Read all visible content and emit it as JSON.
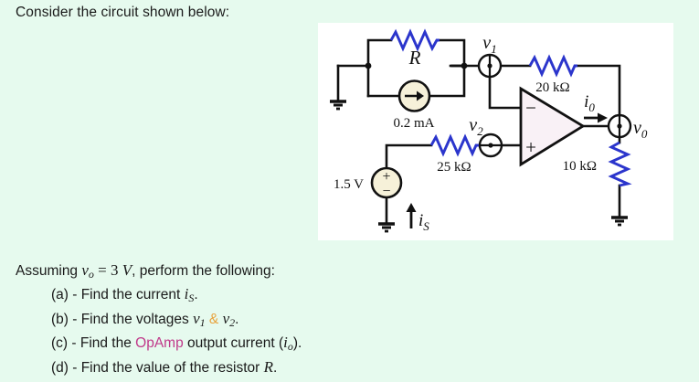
{
  "colors": {
    "background": "#e6faee",
    "panel": "#ffffff",
    "wire": "#111111",
    "resistor_blue": "#2b35cc",
    "source_fill": "#f6f1d9",
    "opamp_fill": "#f9f1f6",
    "accent_amp": "#e8a33d",
    "accent_opamp": "#c0398a",
    "text": "#1a1a1a"
  },
  "intro": {
    "text": "Consider the circuit shown below:"
  },
  "circuit": {
    "title": "op-amp-circuit-diagram",
    "labels": {
      "resistor_r": "R",
      "current_source": "0.2 mA",
      "node_v1": "v",
      "node_v1_sub": "1",
      "resistor_20k": "20 kΩ",
      "node_v2": "v",
      "node_v2_sub": "2",
      "resistor_25k": "25 kΩ",
      "voltage_source": "1.5 V",
      "source_plus": "+",
      "source_minus": "−",
      "current_is": "i",
      "current_is_sub": "S",
      "opamp_minus": "−",
      "opamp_plus": "+",
      "output_current": "i",
      "output_current_sub": "0",
      "node_v0": "v",
      "node_v0_sub": "0",
      "resistor_10k": "10 kΩ"
    }
  },
  "question": {
    "lead_1": "Assuming ",
    "lead_v": "v",
    "lead_v_sub": "o",
    "lead_2": " = 3 ",
    "lead_unit": "V",
    "lead_3": ", perform the following:",
    "items": [
      {
        "marker": "(a) - Find the current ",
        "sym": "i",
        "sym_sub": "S",
        "tail": "."
      },
      {
        "marker": "(b) - Find the voltages ",
        "sym": "v",
        "sym_sub": "1",
        "amp": " & ",
        "sym2": "v",
        "sym2_sub": "2",
        "tail": "."
      },
      {
        "marker": "(c) - Find the ",
        "accent": "OpAmp",
        "mid": " output current (",
        "sym": "i",
        "sym_sub": "o",
        "tail": ")."
      },
      {
        "marker": "(d) - Find the value of the resistor ",
        "sym": "R",
        "tail": "."
      }
    ]
  }
}
